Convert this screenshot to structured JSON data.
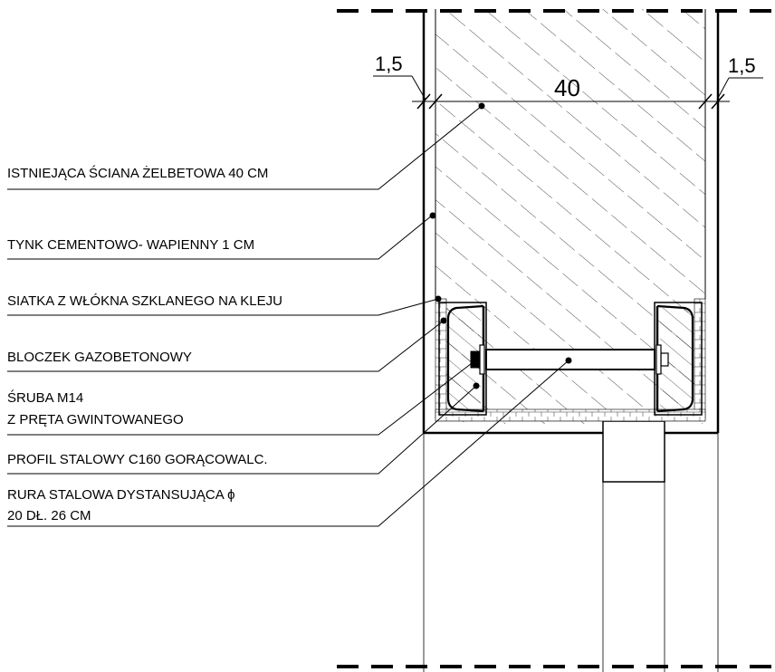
{
  "dimensions": {
    "left_offset": "1,5",
    "wall_width": "40",
    "right_offset": "1,5"
  },
  "labels": {
    "wall": "ISTNIEJĄCA ŚCIANA ŻELBETOWA 40 CM",
    "plaster": "TYNK CEMENTOWO- WAPIENNY 1 CM",
    "mesh": "SIATKA Z WŁÓKNA SZKLANEGO NA KLEJU",
    "block": "BLOCZEK GAZOBETONOWY",
    "bolt_line1": "ŚRUBA M14",
    "bolt_line2": "Z PRĘTA GWINTOWANEGO",
    "profile": "PROFIL STALOWY C160 GORĄCOWALC.",
    "tube_line1": "RURA STALOWA DYSTANSUJĄCA ϕ",
    "tube_line2": "20 DŁ. 26 CM"
  }
}
